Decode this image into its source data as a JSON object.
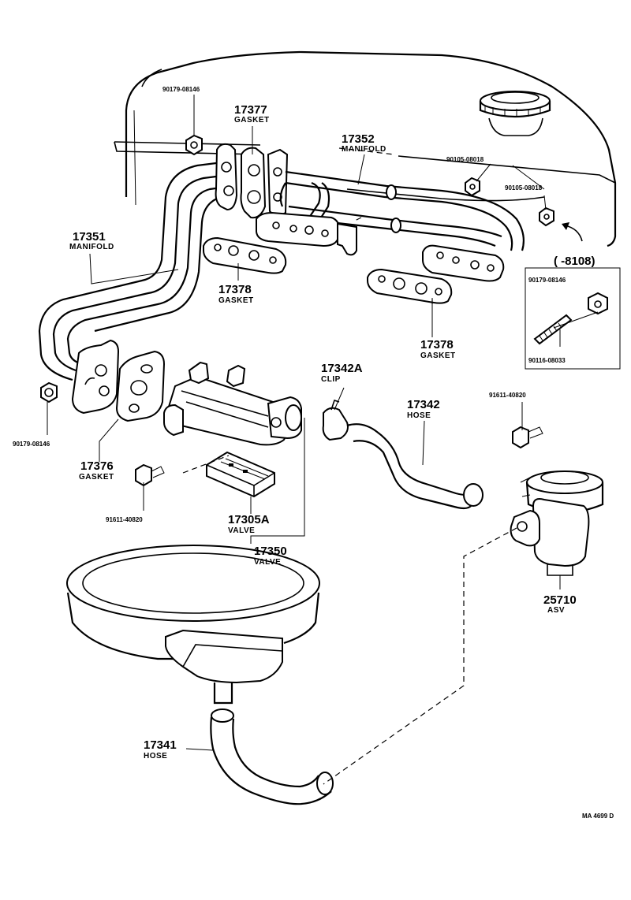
{
  "labels": {
    "bolt_90179_top": "90179-08146",
    "gasket_17377_no": "17377",
    "gasket_17377_name": "GASKET",
    "manifold_17352_no": "17352",
    "manifold_17352_name": "MANIFOLD",
    "nut_90105_a": "90105-08018",
    "nut_90105_b": "90105-08018",
    "range_8108": "(    -8108)",
    "manifold_17351_no": "17351",
    "manifold_17351_name": "MANIFOLD",
    "gasket_17378_a_no": "17378",
    "gasket_17378_a_name": "GASKET",
    "box_90179": "90179-08146",
    "box_90116": "90116-08033",
    "gasket_17378_b_no": "17378",
    "gasket_17378_b_name": "GASKET",
    "clip_17342A_no": "17342A",
    "clip_17342A_name": "CLIP",
    "hose_17342_no": "17342",
    "hose_17342_name": "HOSE",
    "bolt_91611_right": "91611-40820",
    "bolt_90179_left": "90179-08146",
    "gasket_17376_no": "17376",
    "gasket_17376_name": "GASKET",
    "bolt_91611_left": "91611-40820",
    "valve_17305A_no": "17305A",
    "valve_17305A_name": "VALVE",
    "valve_17350_no": "17350",
    "valve_17350_name": "VALVE",
    "asv_25710_no": "25710",
    "asv_25710_name": "ASV",
    "hose_17341_no": "17341",
    "hose_17341_name": "HOSE",
    "figure_code": "MA 4699 D"
  }
}
